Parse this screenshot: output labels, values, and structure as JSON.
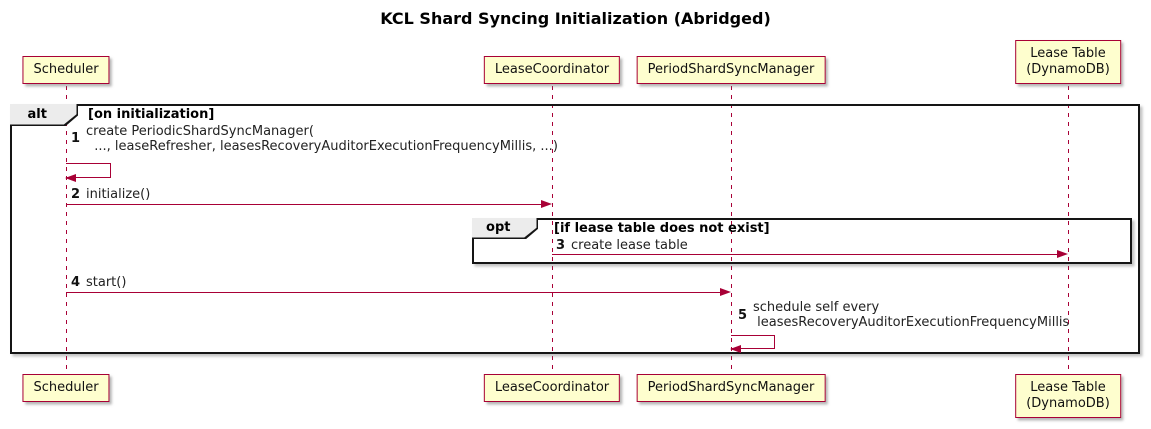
{
  "title": "KCL Shard Syncing Initialization (Abridged)",
  "participants": [
    {
      "name": "Scheduler"
    },
    {
      "name": "LeaseCoordinator"
    },
    {
      "name": "PeriodShardSyncManager"
    },
    {
      "name": "Lease Table\n(DynamoDB)"
    }
  ],
  "frames": {
    "alt": {
      "label": "alt",
      "condition": "[on initialization]"
    },
    "opt": {
      "label": "opt",
      "condition": "[if lease table does not exist]"
    }
  },
  "messages": [
    {
      "num": "1",
      "label": "create PeriodicShardSyncManager(\n  ..., leaseRefresher, leasesRecoveryAuditorExecutionFrequencyMillis, ...)",
      "from": "Scheduler",
      "to": "Scheduler",
      "kind": "self"
    },
    {
      "num": "2",
      "label": "initialize()",
      "from": "Scheduler",
      "to": "LeaseCoordinator",
      "kind": "solid-arrow"
    },
    {
      "num": "3",
      "label": "create lease table",
      "from": "LeaseCoordinator",
      "to": "Lease Table (DynamoDB)",
      "kind": "solid-arrow"
    },
    {
      "num": "4",
      "label": "start()",
      "from": "Scheduler",
      "to": "PeriodShardSyncManager",
      "kind": "solid-arrow"
    },
    {
      "num": "5",
      "label": "schedule self every\n leasesRecoveryAuditorExecutionFrequencyMillis",
      "from": "PeriodShardSyncManager",
      "to": "PeriodShardSyncManager",
      "kind": "self"
    }
  ],
  "colors": {
    "participant_fill": "#FEFECE",
    "accent": "#A80036",
    "frame_border": "#151515",
    "tab_fill": "#ECECEC",
    "background": "#FFFFFF"
  }
}
